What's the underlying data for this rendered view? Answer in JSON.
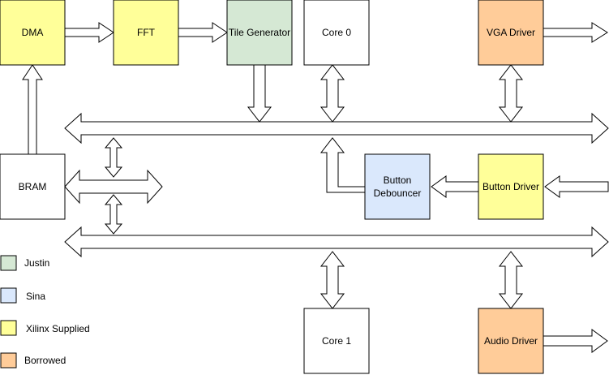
{
  "blocks": {
    "dma": "DMA",
    "fft": "FFT",
    "tile_generator": "Tile Generator",
    "core0": "Core 0",
    "vga_driver": "VGA Driver",
    "bram": "BRAM",
    "button_debouncer_line1": "Button",
    "button_debouncer_line2": "Debouncer",
    "button_driver": "Button Driver",
    "core1": "Core 1",
    "audio_driver": "Audio Driver"
  },
  "legend": [
    {
      "label": "Justin",
      "color": "#d5e8d4"
    },
    {
      "label": "Sina",
      "color": "#dae8fc"
    },
    {
      "label": "Xilinx Supplied",
      "color": "#ffff99"
    },
    {
      "label": "Borrowed",
      "color": "#ffcc99"
    }
  ],
  "colors": {
    "justin": "#d5e8d4",
    "sina": "#dae8fc",
    "xilinx": "#ffff99",
    "borrowed": "#ffcc99",
    "plain": "#ffffff"
  }
}
